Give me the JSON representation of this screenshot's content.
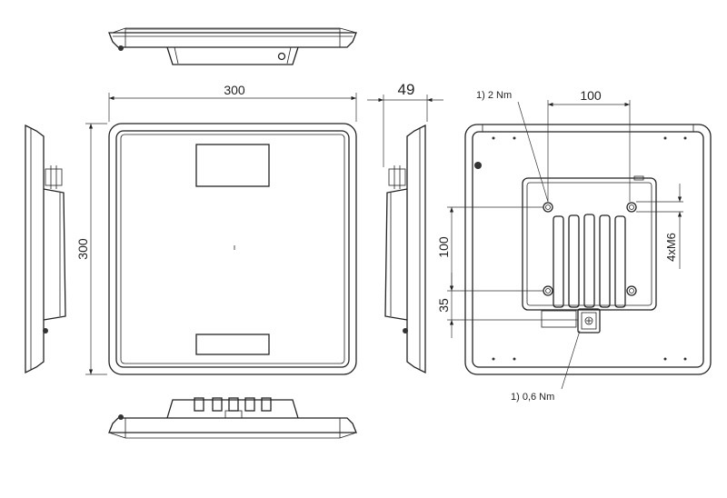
{
  "dimensions": {
    "front_width": "300",
    "front_height": "300",
    "depth": "49",
    "mount_spacing_horizontal": "100",
    "mount_spacing_vertical": "100",
    "connector_offset": "35",
    "thread_spec": "4xM6"
  },
  "annotations": {
    "mount_torque": "1) 2 Nm",
    "connector_torque": "1) 0,6 Nm"
  }
}
